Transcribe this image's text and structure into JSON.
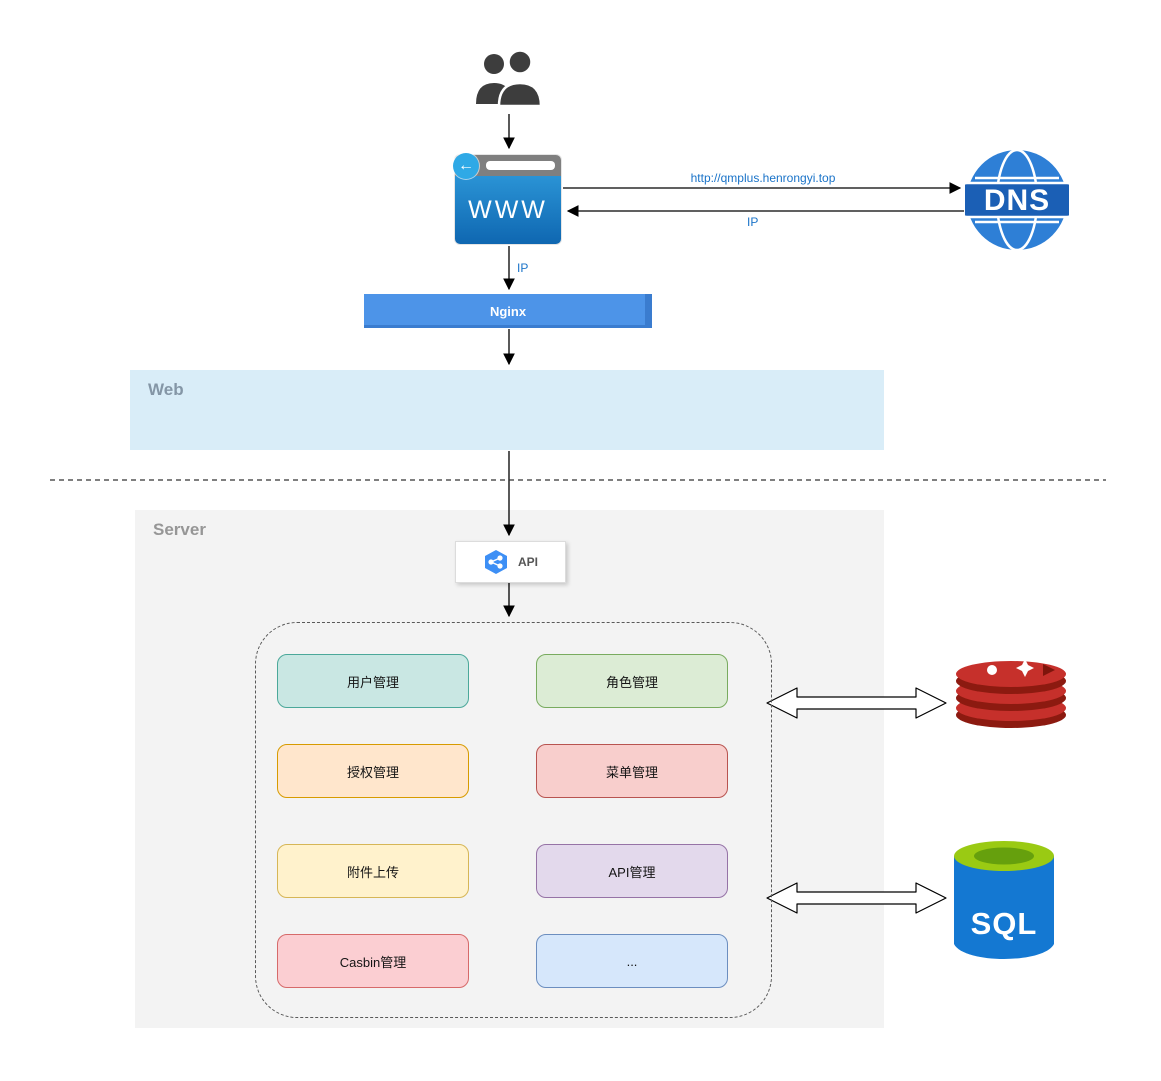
{
  "diagram": {
    "users": {
      "icon": "users-icon"
    },
    "browser": {
      "label": "WWW",
      "icons": [
        "back-arrow-icon",
        "address-bar"
      ]
    },
    "dns": {
      "label": "DNS",
      "icon": "dns-globe-icon"
    },
    "nginx": {
      "label": "Nginx"
    },
    "regions": {
      "web": "Web",
      "server": "Server"
    },
    "api": {
      "label": "API",
      "icon": "api-hexagon-icon"
    },
    "edges": {
      "dns_request_label": "http://qmplus.henrongyi.top",
      "dns_response_label": "IP",
      "browser_to_nginx_label": "IP"
    },
    "modules": [
      {
        "label": "用户管理"
      },
      {
        "label": "角色管理"
      },
      {
        "label": "授权管理"
      },
      {
        "label": "菜单管理"
      },
      {
        "label": "附件上传"
      },
      {
        "label": "API管理"
      },
      {
        "label": "Casbin管理"
      },
      {
        "label": "..."
      }
    ],
    "datastores": {
      "redis": {
        "icon": "redis-stack-icon"
      },
      "sql": {
        "label": "SQL",
        "icon": "sql-database-icon"
      }
    }
  },
  "colors": {
    "browser_body": "#1a7fc8",
    "dns_globe": "#2e7fd6",
    "nginx_bar": "#4d94e8",
    "web_region": "#d9edf8",
    "server_region": "#f3f3f3",
    "edge_label": "#1a73c8",
    "redis_red": "#c6302b",
    "sql_body": "#1478d2",
    "sql_top": "#9aca13"
  }
}
